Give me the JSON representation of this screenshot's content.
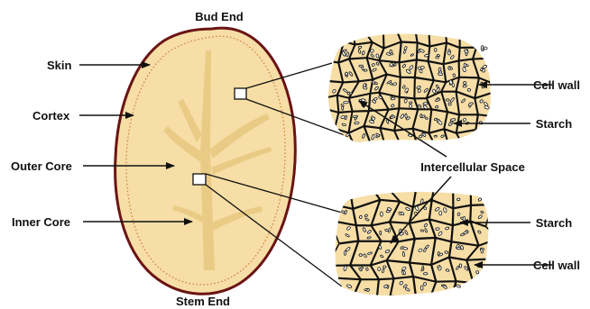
{
  "labels": {
    "bud_end": "Bud End",
    "stem_end": "Stem End",
    "skin": "Skin",
    "cortex": "Cortex",
    "outer_core": "Outer Core",
    "inner_core": "Inner Core",
    "cell_wall_top": "Cell wall",
    "starch_top": "Starch",
    "intercellular_space": "Intercellular Space",
    "starch_bottom": "Starch",
    "cell_wall_bottom": "Cell wall"
  },
  "colors": {
    "flesh": "#f6dea6",
    "core": "#eacb85",
    "skin": "#6b1414",
    "dotted_ring": "#d07a3a",
    "outline": "#111111",
    "cell_fill": "#f6dea6"
  }
}
